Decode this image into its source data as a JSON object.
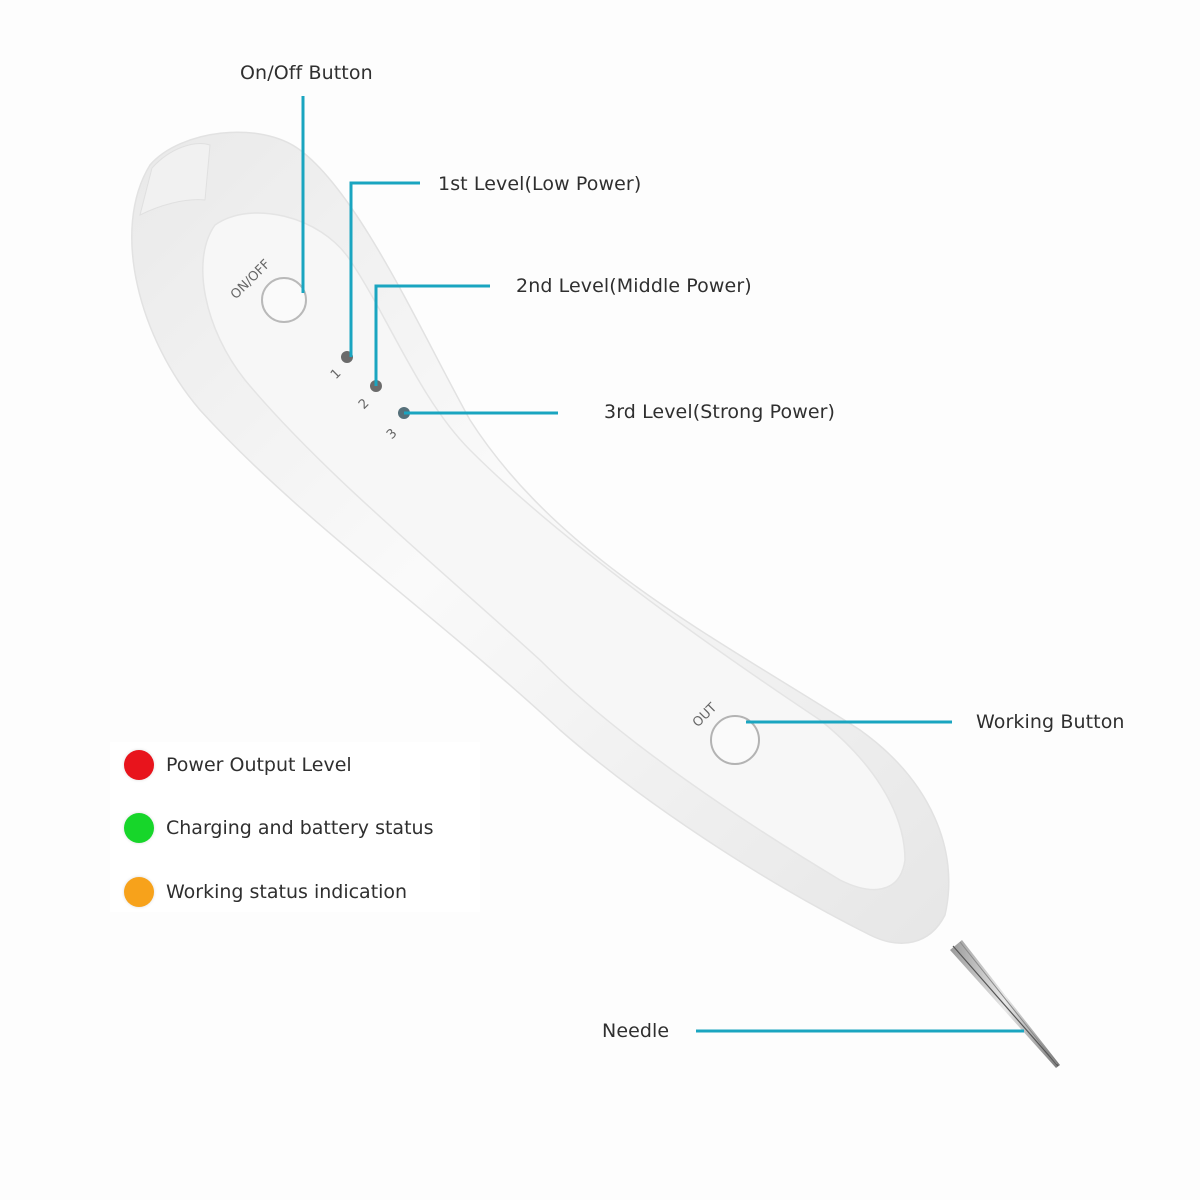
{
  "diagram": {
    "subject": "Handheld pen device with power level indicators",
    "accent_color": "#1aa5c0",
    "device_markings": {
      "onoff_text": "ON/OFF",
      "out_text": "OUT",
      "level_numbers": [
        "1",
        "2",
        "3"
      ]
    },
    "callouts": [
      {
        "id": "onoff",
        "label": "On/Off Button"
      },
      {
        "id": "level1",
        "label": "1st Level(Low Power)"
      },
      {
        "id": "level2",
        "label": "2nd Level(Middle Power)"
      },
      {
        "id": "level3",
        "label": "3rd Level(Strong Power)"
      },
      {
        "id": "working",
        "label": "Working Button"
      },
      {
        "id": "needle",
        "label": "Needle"
      }
    ],
    "legend": [
      {
        "color": "#e8141c",
        "label": "Power Output Level"
      },
      {
        "color": "#17d62a",
        "label": "Charging and battery status"
      },
      {
        "color": "#f7a21b",
        "label": "Working status indication"
      }
    ]
  }
}
